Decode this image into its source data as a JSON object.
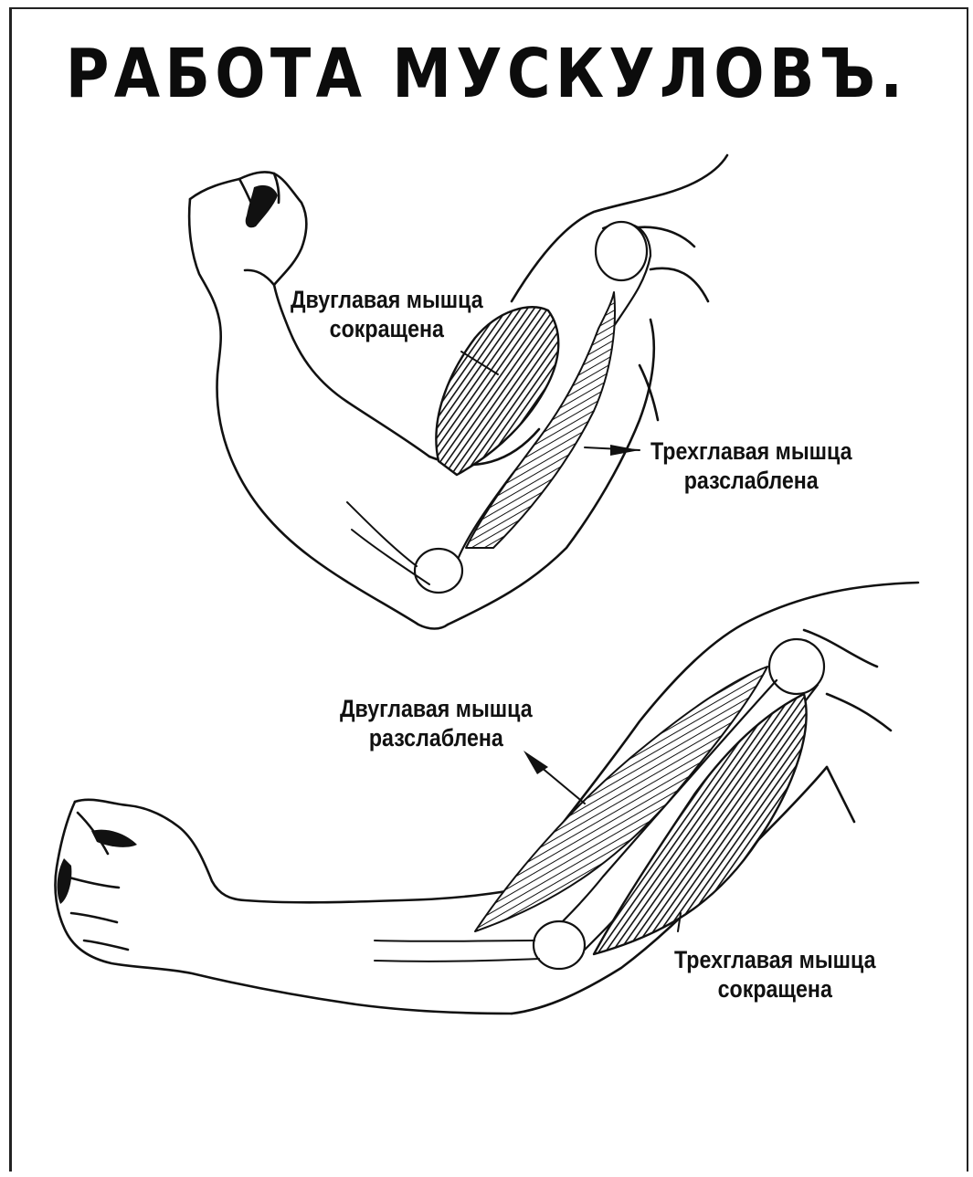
{
  "title": "РАБОТА МУСКУЛОВЪ.",
  "diagrams": {
    "flexed_arm": {
      "biceps_label": {
        "line1": "Двуглавая мышца",
        "line2": "сокращена"
      },
      "triceps_label": {
        "line1": "Трехглавая мышца",
        "line2": "разслаблена"
      }
    },
    "extended_arm": {
      "biceps_label": {
        "line1": "Двуглавая мышца",
        "line2": "разслаблена"
      },
      "triceps_label": {
        "line1": "Трехглавая мышца",
        "line2": "сокращена"
      }
    }
  },
  "colors": {
    "ink": "#111111",
    "paper": "#ffffff"
  }
}
